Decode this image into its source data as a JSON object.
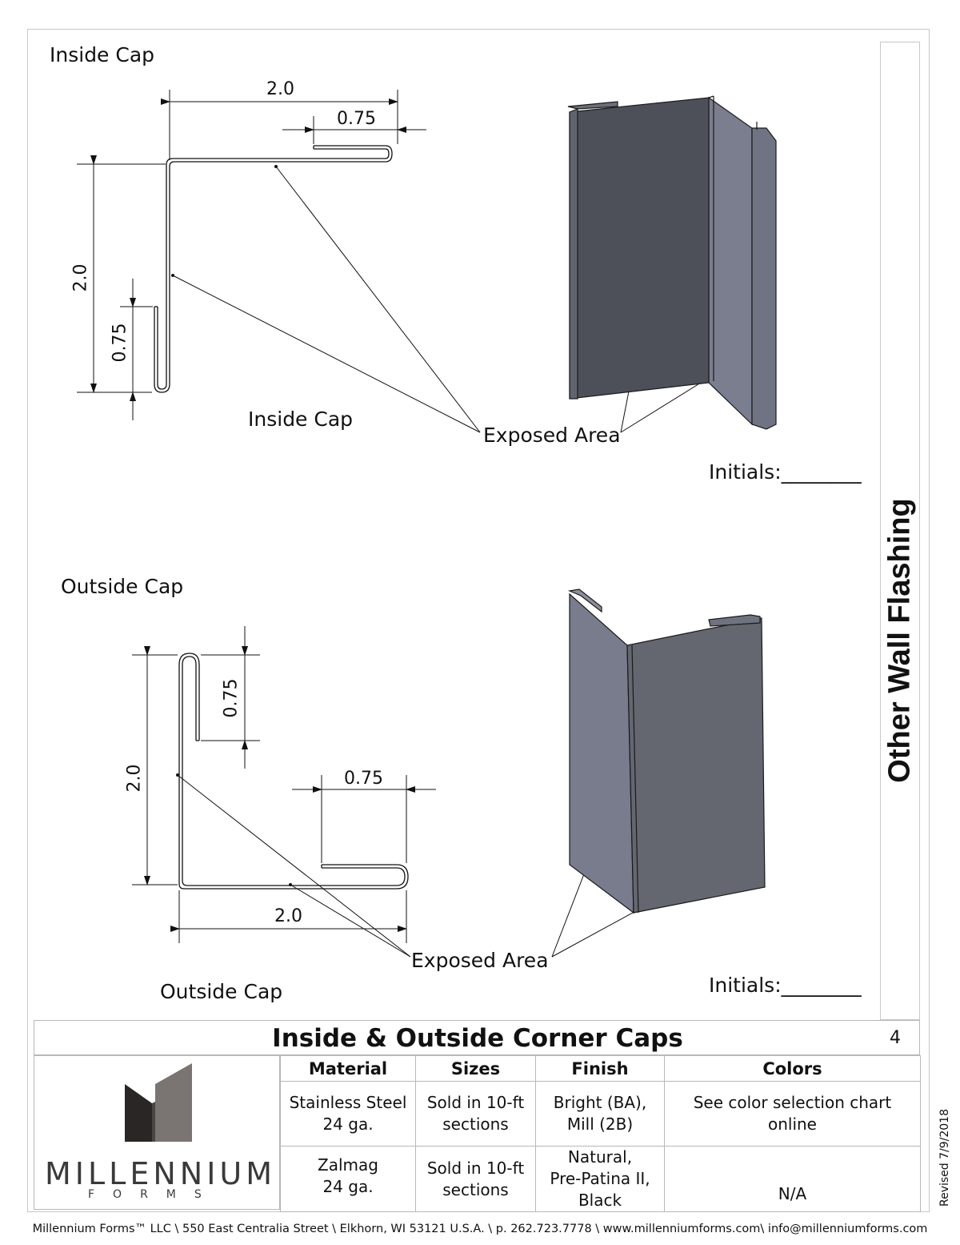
{
  "side_title": "Other Wall Flashing",
  "page_number": "4",
  "revised": "Revised 7/9/2018",
  "inside": {
    "heading": "Inside Cap",
    "caption": "Inside Cap",
    "dim_top": "2.0",
    "dim_top_small": "0.75",
    "dim_left": "2.0",
    "dim_left_small": "0.75",
    "exposed": "Exposed Area",
    "initials": "Initials:________"
  },
  "outside": {
    "heading": "Outside Cap",
    "caption": "Outside Cap",
    "dim_left": "2.0",
    "dim_small_vertical": "0.75",
    "dim_small_horizontal": "0.75",
    "dim_bottom": "2.0",
    "exposed": "Exposed Area",
    "initials": "Initials:________"
  },
  "product_title": "Inside & Outside Corner Caps",
  "logo": {
    "word": "MILLENNIUM",
    "sub": "FORMS"
  },
  "table": {
    "headers": [
      "Material",
      "Sizes",
      "Finish",
      "Colors"
    ],
    "rows": [
      [
        "Stainless Steel\n24 ga.",
        "Sold in 10-ft\nsections",
        "Bright (BA),\nMill (2B)",
        "See color selection chart\nonline"
      ],
      [
        "Zalmag\n24 ga.",
        "Sold in 10-ft\nsections",
        "Natural,\nPre-Patina II,\nBlack",
        "N/A"
      ]
    ]
  },
  "footer": "Millennium Forms™ LLC \\ 550 East Centralia Street \\ Elkhorn, WI 53121 U.S.A. \\ p. 262.723.7778 \\ www.millenniumforms.com\\ info@millenniumforms.com"
}
